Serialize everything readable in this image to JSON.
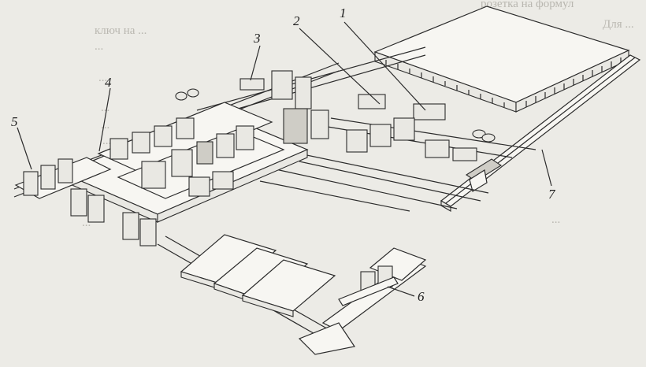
{
  "background_text": {
    "lines": [
      "розетка на формул",
      "Для ...",
      "ключ на ...",
      "...",
      "...",
      "...",
      "...",
      "...",
      "...",
      "...",
      "...",
      "...",
      "...",
      "..."
    ]
  },
  "callouts": [
    {
      "label": "1"
    },
    {
      "label": "2"
    },
    {
      "label": "3"
    },
    {
      "label": "4"
    },
    {
      "label": "5"
    },
    {
      "label": "6"
    },
    {
      "label": "7"
    }
  ],
  "colors": {
    "paper": "#ecebe6",
    "ink": "#2b2b2b",
    "bleed_text": "#b9b7b0"
  }
}
